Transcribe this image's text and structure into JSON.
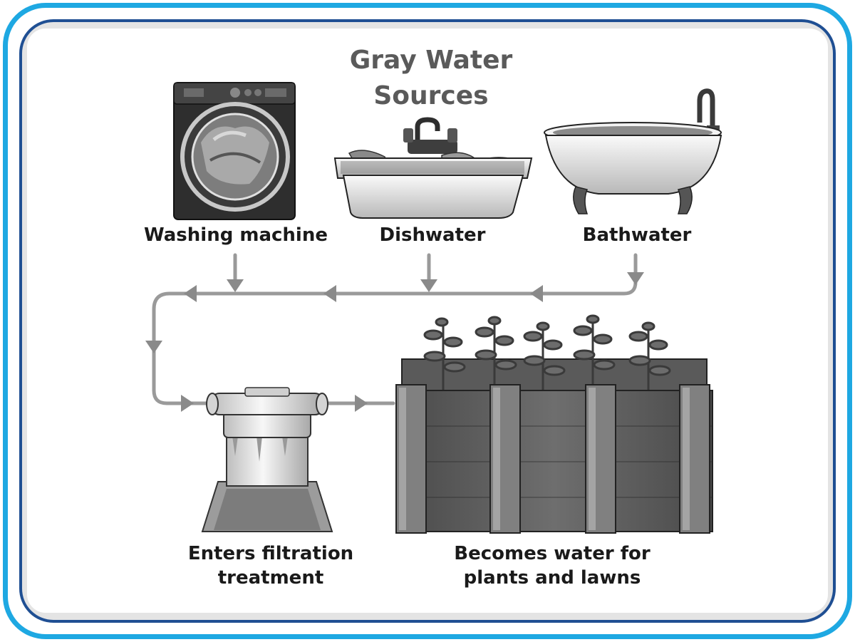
{
  "title_line1": "Gray Water",
  "title_line2": "Sources",
  "sources": {
    "washing_machine": "Washing machine",
    "dishwater": "Dishwater",
    "bathwater": "Bathwater"
  },
  "filtration": {
    "line1": "Enters filtration",
    "line2": "treatment"
  },
  "result": {
    "line1": "Becomes water for",
    "line2": "plants and lawns"
  },
  "colors": {
    "frame_outer": "#1ea8e2",
    "frame_inner": "#1f4f93",
    "pipe": "#9a9a9a",
    "title": "#5a5a5a"
  }
}
